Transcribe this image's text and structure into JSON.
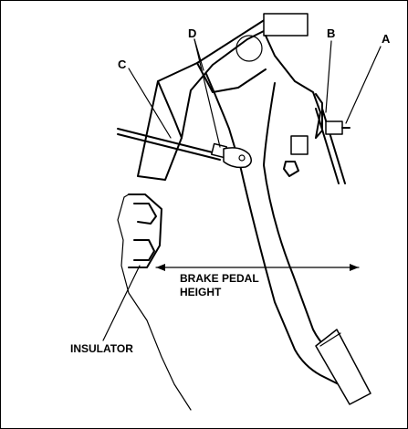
{
  "diagram": {
    "callouts": {
      "a": "A",
      "b": "B",
      "c": "C",
      "d": "D"
    },
    "labels": {
      "pedal_height_line1": "BRAKE PEDAL",
      "pedal_height_line2": "HEIGHT",
      "insulator": "INSULATOR"
    }
  }
}
